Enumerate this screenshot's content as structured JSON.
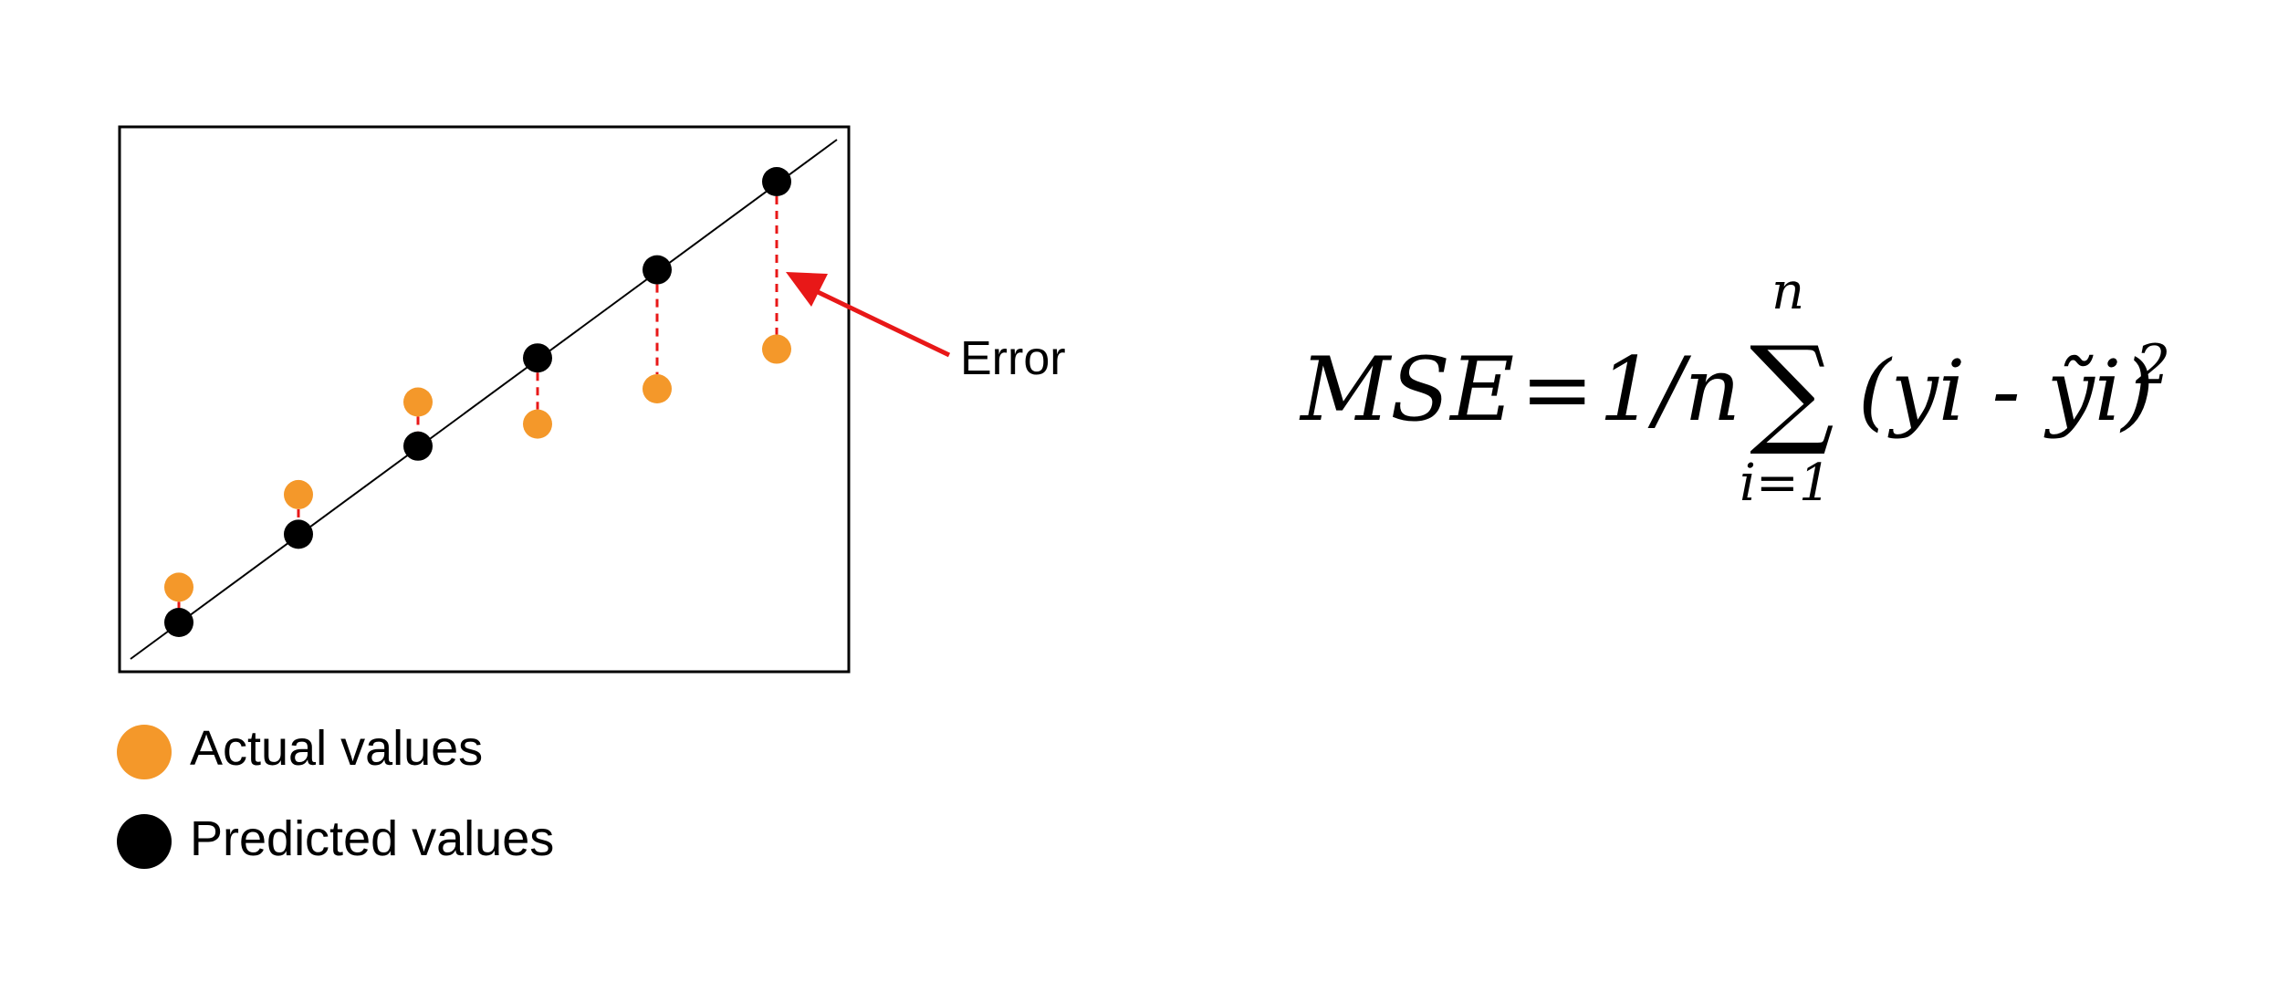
{
  "colors": {
    "actual": "#f4982a",
    "predicted": "#000000",
    "error": "#e81818"
  },
  "chart_data": {
    "type": "scatter",
    "title": "",
    "xlabel": "",
    "ylabel": "",
    "grid": false,
    "legend_position": "bottom-left",
    "x": [
      1,
      2,
      3,
      4,
      5,
      6
    ],
    "series": [
      {
        "name": "Actual values",
        "values": [
          1.4,
          2.45,
          3.5,
          3.25,
          3.65,
          4.1
        ],
        "marker": "orange-circle"
      },
      {
        "name": "Predicted values",
        "values": [
          1.0,
          2.0,
          3.0,
          4.0,
          5.0,
          6.0
        ],
        "marker": "black-circle"
      }
    ],
    "annotations": [
      {
        "text": "Error",
        "points_to": "gap between actual and predicted at x = 6"
      }
    ]
  },
  "labels": {
    "error": "Error"
  },
  "legend": {
    "actual": "Actual values",
    "predicted": "Predicted values"
  },
  "formula": {
    "lhs": "MSE",
    "equals": "=",
    "coefficient": "1/n",
    "sum_symbol": "∑",
    "upper_limit": "n",
    "lower_limit": "i=1",
    "term_open": "(yi - ",
    "term_y_hat": "ỹi",
    "term_close": ")",
    "exponent": "2"
  }
}
